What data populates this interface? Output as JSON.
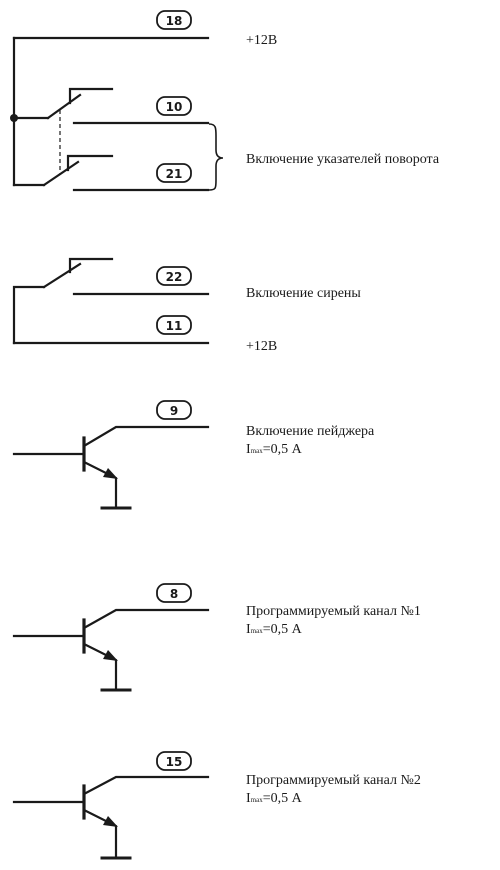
{
  "pins": {
    "p18": "18",
    "p10": "10",
    "p21": "21",
    "p22": "22",
    "p11": "11",
    "p9": "9",
    "p8": "8",
    "p15": "15"
  },
  "labels": {
    "plus12_top": "+12В",
    "turn_signals": "Включение указателей поворота",
    "siren": "Включение сирены",
    "plus12_mid": "+12В",
    "pager": "Включение пейджера",
    "prog1": "Программируемый канал №1",
    "prog2": "Программируемый канал №2",
    "imax_prefix": "I",
    "imax_sub": "max",
    "imax_value": "=0,5 А"
  }
}
